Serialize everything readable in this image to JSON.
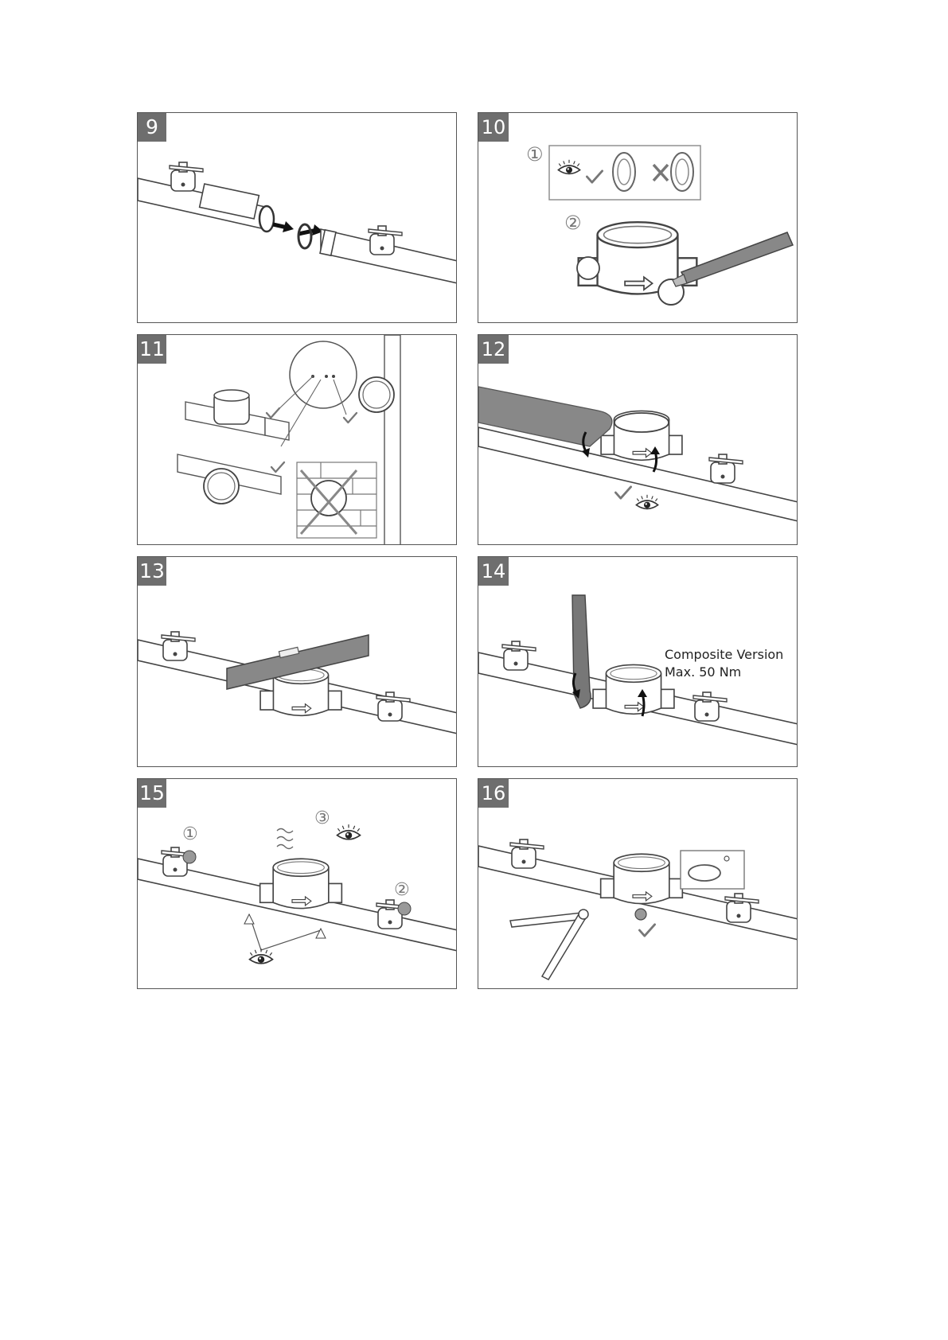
{
  "steps": [
    {
      "number": "9"
    },
    {
      "number": "10",
      "markers": [
        "①",
        "②"
      ]
    },
    {
      "number": "11"
    },
    {
      "number": "12"
    },
    {
      "number": "13"
    },
    {
      "number": "14",
      "note_line1": "Composite Version",
      "note_line2": "Max. 50 Nm"
    },
    {
      "number": "15",
      "markers": [
        "①",
        "②",
        "③"
      ]
    },
    {
      "number": "16"
    }
  ]
}
